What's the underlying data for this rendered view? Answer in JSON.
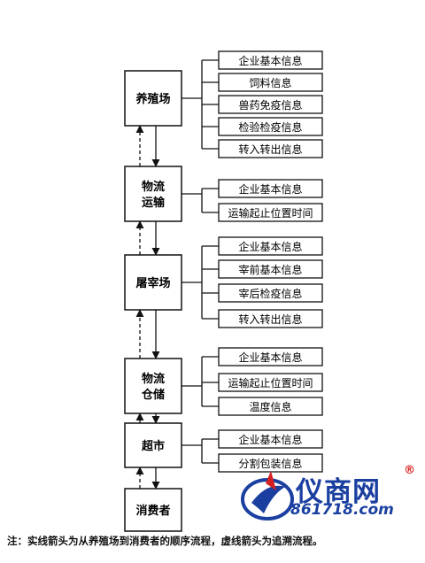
{
  "diagram": {
    "stages": [
      {
        "id": "farm",
        "lines": [
          "养殖场"
        ],
        "infos": [
          "企业基本信息",
          "饲料信息",
          "兽药免疫信息",
          "检验检疫信息",
          "转入转出信息"
        ]
      },
      {
        "id": "transport",
        "lines": [
          "物流",
          "运输"
        ],
        "infos": [
          "企业基本信息",
          "运输起止位置时间"
        ]
      },
      {
        "id": "slaughter",
        "lines": [
          "屠宰场"
        ],
        "infos": [
          "企业基本信息",
          "宰前基本信息",
          "宰后检疫信息",
          "转入转出信息"
        ]
      },
      {
        "id": "storage",
        "lines": [
          "物流",
          "仓储"
        ],
        "infos": [
          "企业基本信息",
          "运输起止位置时间",
          "温度信息"
        ]
      },
      {
        "id": "supermarket",
        "lines": [
          "超市"
        ],
        "infos": [
          "企业基本信息",
          "分割包装信息"
        ]
      },
      {
        "id": "consumer",
        "lines": [
          "消费者"
        ],
        "infos": []
      }
    ],
    "note": "注：实线箭头为从养殖场到消费者的顺序流程，虚线箭头为追溯流程。"
  },
  "watermark": {
    "name": "仪商网",
    "url": "861718.com",
    "reg": "®",
    "colors": {
      "blue": "#1a3fa0",
      "red": "#d42020"
    }
  }
}
